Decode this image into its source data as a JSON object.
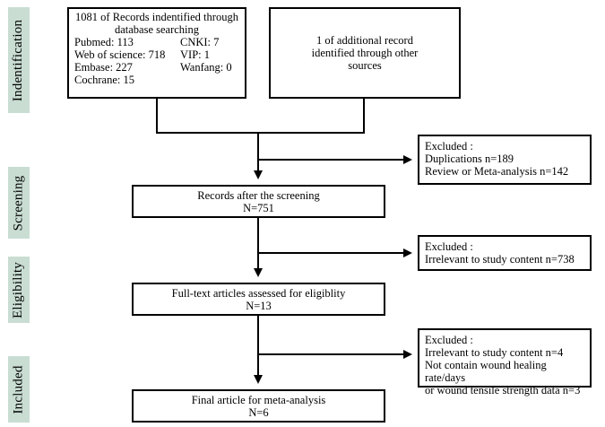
{
  "phases": {
    "identification": "Indentification",
    "screening": "Screening",
    "eligibility": "Eligibility",
    "included": "Included"
  },
  "identification": {
    "db_title_line1": "1081 of  Records indentified through",
    "db_title_line2": "database searching",
    "sources": [
      {
        "left": "Pubmed: 113",
        "right": "CNKI: 7"
      },
      {
        "left": "Web of science: 718",
        "right": "VIP: 1"
      },
      {
        "left": "Embase: 227",
        "right": "Wanfang: 0"
      },
      {
        "left": "Cochrane: 15",
        "right": ""
      }
    ],
    "other_line1": "1 of additional record",
    "other_line2": "identified through other",
    "other_line3": "sources"
  },
  "excluded1": {
    "title": "Excluded :",
    "line1": "Duplications  n=189",
    "line2": "Review or Meta-analysis  n=142"
  },
  "screening": {
    "line1": "Records after the screening",
    "line2": "N=751"
  },
  "excluded2": {
    "title": "Excluded :",
    "line1": "Irrelevant to study content  n=738"
  },
  "eligibility": {
    "line1": "Full-text articles assessed for eligiblity",
    "line2": "N=13"
  },
  "excluded3": {
    "title": "Excluded :",
    "line1": "Irrelevant to study content   n=4",
    "line2": "Not contain wound healing rate/days",
    "line3": "or wound tensile strength data    n=3"
  },
  "included": {
    "line1": "Final article for meta-analysis",
    "line2": "N=6"
  }
}
